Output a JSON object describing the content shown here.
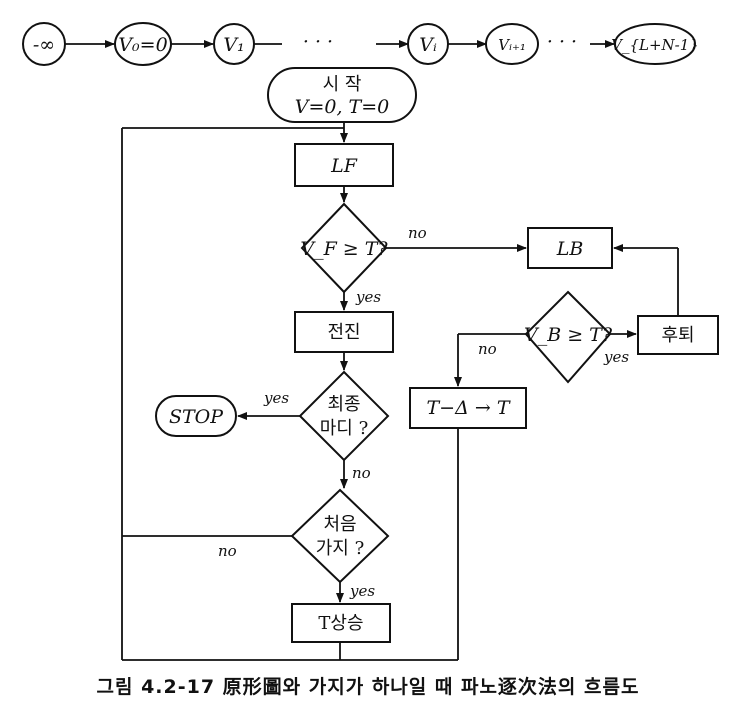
{
  "trellis": {
    "nodes": [
      "-∞",
      "V₀=0",
      "V₁",
      "Vᵢ",
      "Vᵢ₊₁",
      "V_{L+N-1}"
    ],
    "ellipsis": "· · ·",
    "ellipsis2": "· · ·"
  },
  "start": {
    "line1": "시      작",
    "line2": "V=0,  T=0"
  },
  "lf": "LF",
  "decision_vf": "V_F ≥ T?",
  "lb": "LB",
  "decision_vb": "V_B ≥ T?",
  "backward": "후퇴",
  "forward": "전진",
  "decision_final": {
    "line1": "최종",
    "line2": "마디 ?"
  },
  "stop": "STOP",
  "decision_first": {
    "line1": "처음",
    "line2": "가지 ?"
  },
  "threshold_down": "T−Δ → T",
  "threshold_up": "T상승",
  "labels": {
    "yes": "yes",
    "no": "no"
  },
  "caption": "그림 4.2-17  原形圖와 가지가 하나일 때 파노逐次法의 흐름도"
}
